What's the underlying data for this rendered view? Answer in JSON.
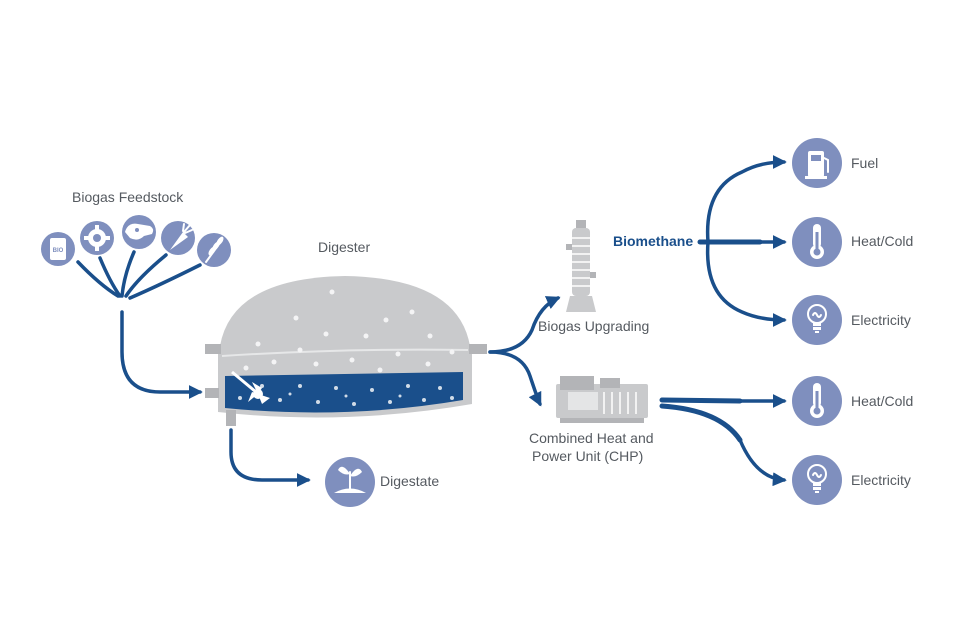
{
  "labels": {
    "feedstock": "Biogas Feedstock",
    "digester": "Digester",
    "digestate": "Digestate",
    "upgrading": "Biogas Upgrading",
    "biomethane": "Biomethane",
    "chp_line1": "Combined Heat and",
    "chp_line2": "Power Unit (CHP)",
    "fuel": "Fuel",
    "heat_cold_1": "Heat/Cold",
    "electricity_1": "Electricity",
    "heat_cold_2": "Heat/Cold",
    "electricity_2": "Electricity",
    "bio_badge": "BIO"
  },
  "colors": {
    "flow": "#1a4f8b",
    "icon": "#7f8fbe",
    "equipment": "#c9cacc",
    "liquid": "#1a4f8b",
    "text": "#555a60"
  },
  "icons": [
    "bio-jar-icon",
    "gear-icon",
    "livestock-icon",
    "carrot-icon",
    "wheat-icon",
    "sprout-icon",
    "fuel-pump-icon",
    "thermometer-icon",
    "light-bulb-icon"
  ]
}
